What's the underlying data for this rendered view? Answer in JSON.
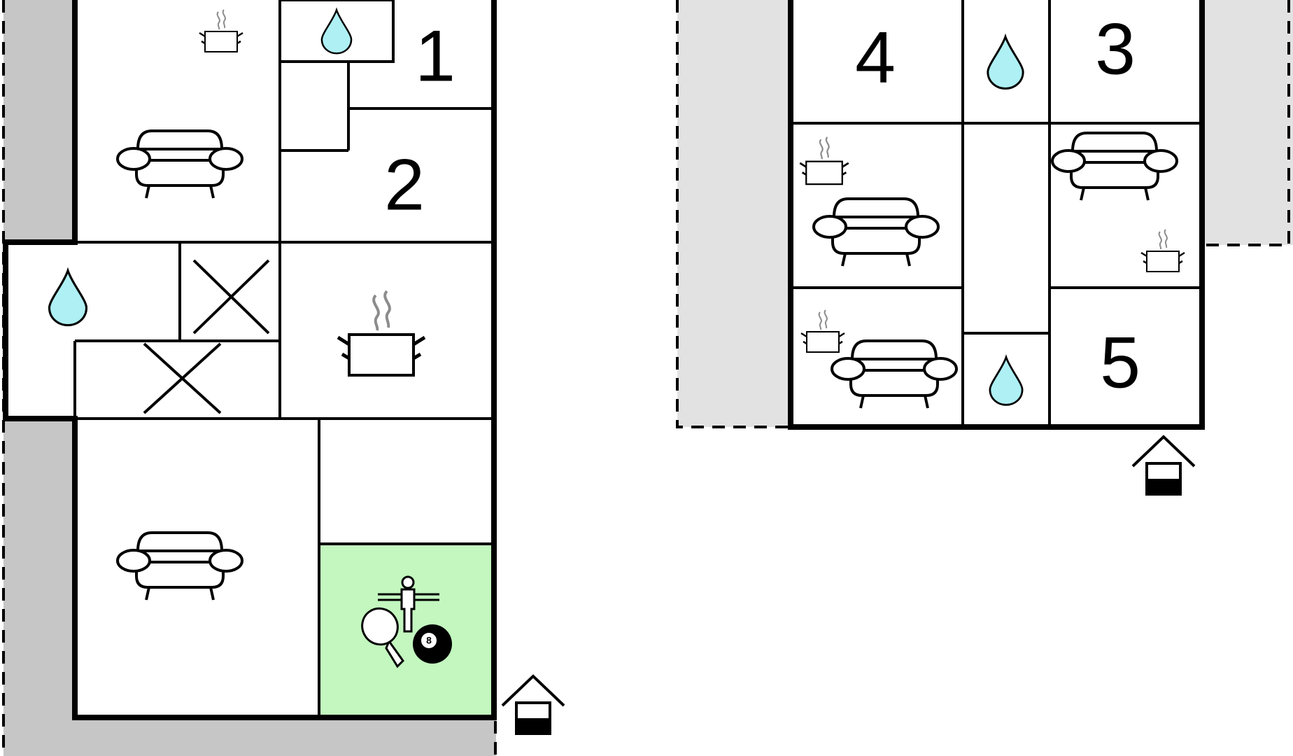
{
  "colors": {
    "outside": "#c6c6c6",
    "outside_light": "#e2e2e2",
    "wall": "#000000",
    "water_fill": "#aef0f4",
    "game_room_fill": "#c3f7bf",
    "steam": "#8c8c8c"
  },
  "left_building": {
    "room_numbers": [
      "1",
      "2"
    ],
    "icons": [
      "kitchen-pot-icon",
      "sofa-icon",
      "water-drop-icon",
      "closed-area-cross-icon",
      "game-room-icon",
      "entrance-icon"
    ]
  },
  "right_building": {
    "room_numbers": [
      "4",
      "3",
      "5"
    ],
    "icons": [
      "water-drop-icon",
      "kitchen-pot-icon",
      "sofa-icon",
      "entrance-icon"
    ]
  },
  "game_room": {
    "ball_label": "8",
    "icons": [
      "table-football-icon",
      "table-tennis-paddle-icon",
      "pool-ball-icon"
    ]
  }
}
